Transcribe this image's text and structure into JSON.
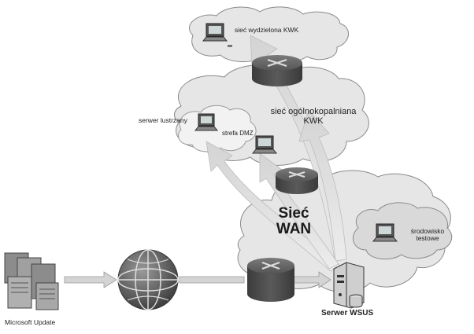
{
  "labels": {
    "dedicated_net": "sieć wydzielona KWK",
    "mine_wide_net_line1": "sieć ogólnokopalniana",
    "mine_wide_net_line2": "KWK",
    "mirror_server": "serwer lustrzany",
    "dmz_zone": "strefa DMZ",
    "wan_line1": "Sieć",
    "wan_line2": "WAN",
    "test_env_line1": "środowisko",
    "test_env_line2": "testowe",
    "wsus_server": "Serwer WSUS",
    "microsoft_update": "Microsoft Update"
  },
  "colors": {
    "cloud_fill": "#e6e6e6",
    "cloud_stroke": "#8a8a8a",
    "arrow_fill": "#dedede",
    "router_body": "#4d4d4d",
    "router_top": "#6e6e6e"
  }
}
